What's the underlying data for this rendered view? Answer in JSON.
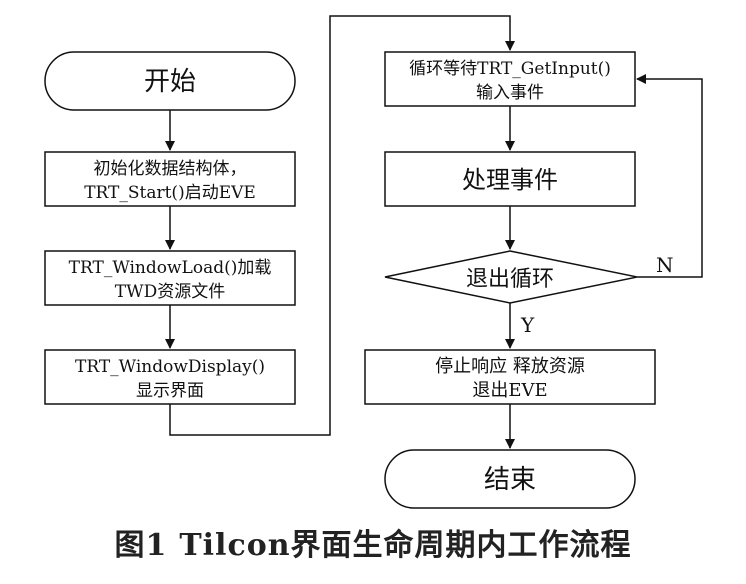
{
  "nodes": {
    "start": "开始",
    "init_line1": "初始化数据结构体，",
    "init_line2": "TRT_Start()启动EVE",
    "load_line1": "TRT_WindowLoad()加载",
    "load_line2": "TWD资源文件",
    "display_line1": "TRT_WindowDisplay()",
    "display_line2": "显示界面",
    "wait_line1": "循环等待TRT_GetInput()",
    "wait_line2": "输入事件",
    "process": "处理事件",
    "decision": "退出循环",
    "stop_line1": "停止响应 释放资源",
    "stop_line2": "退出EVE",
    "end": "结束"
  },
  "edge_labels": {
    "no": "N",
    "yes": "Y"
  },
  "caption": {
    "number": "图1",
    "title": "Tilcon界面生命周期内工作流程"
  }
}
